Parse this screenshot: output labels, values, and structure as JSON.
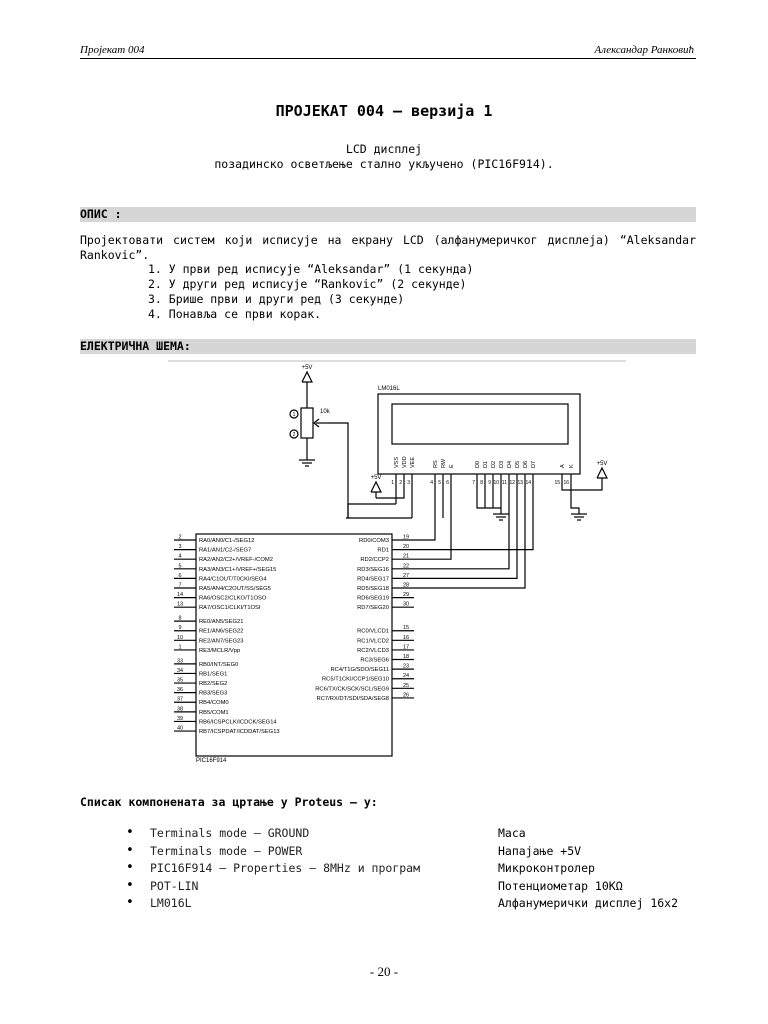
{
  "header": {
    "left": "Пројекат 004",
    "right": "Александар Ранковић"
  },
  "title": "ПРОЈЕКАТ 004 – верзија 1",
  "subtitle": {
    "line1": "LCD дисплеј",
    "line2": "позадинско осветљење стално укључено (PIC16F914)."
  },
  "sections": {
    "opis_heading": "ОПИС :",
    "description": "Пројектовати систем који исписује на екрану LCD (алфанумеричког дисплеја) “Aleksandar Rankovic”.",
    "steps": [
      "1. У први ред исписује “Aleksandar” (1 секунда)",
      "2. У други ред исписује “Rankovic”  (2 секунде)",
      "3. Брише први и други ред (3 секунде)",
      "4. Понавља се први корак."
    ],
    "shema_heading": "ЕЛЕКТРИЧНА ШЕМА:"
  },
  "schematic": {
    "pot": {
      "supply": "+5V",
      "value": "10k",
      "pin1": "1",
      "pin2": "2"
    },
    "lcd": {
      "name": "LM016L",
      "pins": [
        "VSS",
        "VDD",
        "VEE",
        "RS",
        "RW",
        "E",
        "D0",
        "D1",
        "D2",
        "D3",
        "D4",
        "D5",
        "D6",
        "D7",
        "A",
        "K"
      ],
      "pin_numbers": [
        "1",
        "2",
        "3",
        "4",
        "5",
        "6",
        "7",
        "8",
        "9",
        "10",
        "11",
        "12",
        "13",
        "14",
        "15",
        "16"
      ],
      "supply_vdd": "+5V",
      "supply_a": "+5V"
    },
    "mcu": {
      "name": "PIC16F914",
      "left_pins": [
        {
          "num": "2",
          "label": "RA0/AN0/C1-/SEG12"
        },
        {
          "num": "3",
          "label": "RA1/AN1/C2-/SEG7"
        },
        {
          "num": "4",
          "label": "RA2/AN2/C2+/VREF-/COM2"
        },
        {
          "num": "5",
          "label": "RA3/AN3/C1+/VREF+/SEG15"
        },
        {
          "num": "6",
          "label": "RA4/C1OUT/T0CKI/SEG4"
        },
        {
          "num": "7",
          "label": "RA5/AN4/C2OUT/SS/SEG5"
        },
        {
          "num": "14",
          "label": "RA6/OSC2/CLKO/T1OSO"
        },
        {
          "num": "13",
          "label": "RA7/OSC1/CLKI/T1OSI"
        },
        {
          "num": "8",
          "label": "RE0/AN5/SEG21"
        },
        {
          "num": "9",
          "label": "RE1/AN6/SEG22"
        },
        {
          "num": "10",
          "label": "RE2/AN7/SEG23"
        },
        {
          "num": "1",
          "label": "RE3/MCLR/Vpp"
        },
        {
          "num": "33",
          "label": "RB0/INT/SEG0"
        },
        {
          "num": "34",
          "label": "RB1/SEG1"
        },
        {
          "num": "35",
          "label": "RB2/SEG2"
        },
        {
          "num": "36",
          "label": "RB3/SEG3"
        },
        {
          "num": "37",
          "label": "RB4/COM0"
        },
        {
          "num": "38",
          "label": "RB5/COM1"
        },
        {
          "num": "39",
          "label": "RB6/ICSPCLK/ICDCK/SEG14"
        },
        {
          "num": "40",
          "label": "RB7/ICSPDAT/ICDDAT/SEG13"
        }
      ],
      "right_pins": [
        {
          "num": "19",
          "label": "RD0/COM3"
        },
        {
          "num": "20",
          "label": "RD1"
        },
        {
          "num": "21",
          "label": "RD2/CCP2"
        },
        {
          "num": "22",
          "label": "RD3/SEG16"
        },
        {
          "num": "27",
          "label": "RD4/SEG17"
        },
        {
          "num": "28",
          "label": "RD5/SEG18"
        },
        {
          "num": "29",
          "label": "RD6/SEG19"
        },
        {
          "num": "30",
          "label": "RD7/SEG20"
        },
        {
          "num": "15",
          "label": "RC0/VLCD1"
        },
        {
          "num": "16",
          "label": "RC1/VLCD2"
        },
        {
          "num": "17",
          "label": "RC2/VLCD3"
        },
        {
          "num": "18",
          "label": "RC3/SEG6"
        },
        {
          "num": "23",
          "label": "RC4/T1G/SDO/SEG11"
        },
        {
          "num": "24",
          "label": "RC5/T1CKI/CCP1/SEG10"
        },
        {
          "num": "25",
          "label": "RC6/TX/CK/SCK/SCL/SEG9"
        },
        {
          "num": "26",
          "label": "RC7/RX/DT/SDI/SDA/SEG8"
        }
      ]
    }
  },
  "components": {
    "heading": "Списак компонената за цртање у Proteus – у:",
    "items": [
      {
        "left": "Terminals mode – GROUND",
        "right": "Маса"
      },
      {
        "left": "Terminals mode – POWER",
        "right": "Напајање +5V"
      },
      {
        "left": "PIC16F914 – Properties – 8MHz и програм",
        "right": "Микроконтролер"
      },
      {
        "left": "POT-LIN",
        "right": "Потенциометар 10KΩ"
      },
      {
        "left": "LM016L",
        "right": "Алфанумерички дисплеј 16x2"
      }
    ]
  },
  "page_number": "- 20 -"
}
